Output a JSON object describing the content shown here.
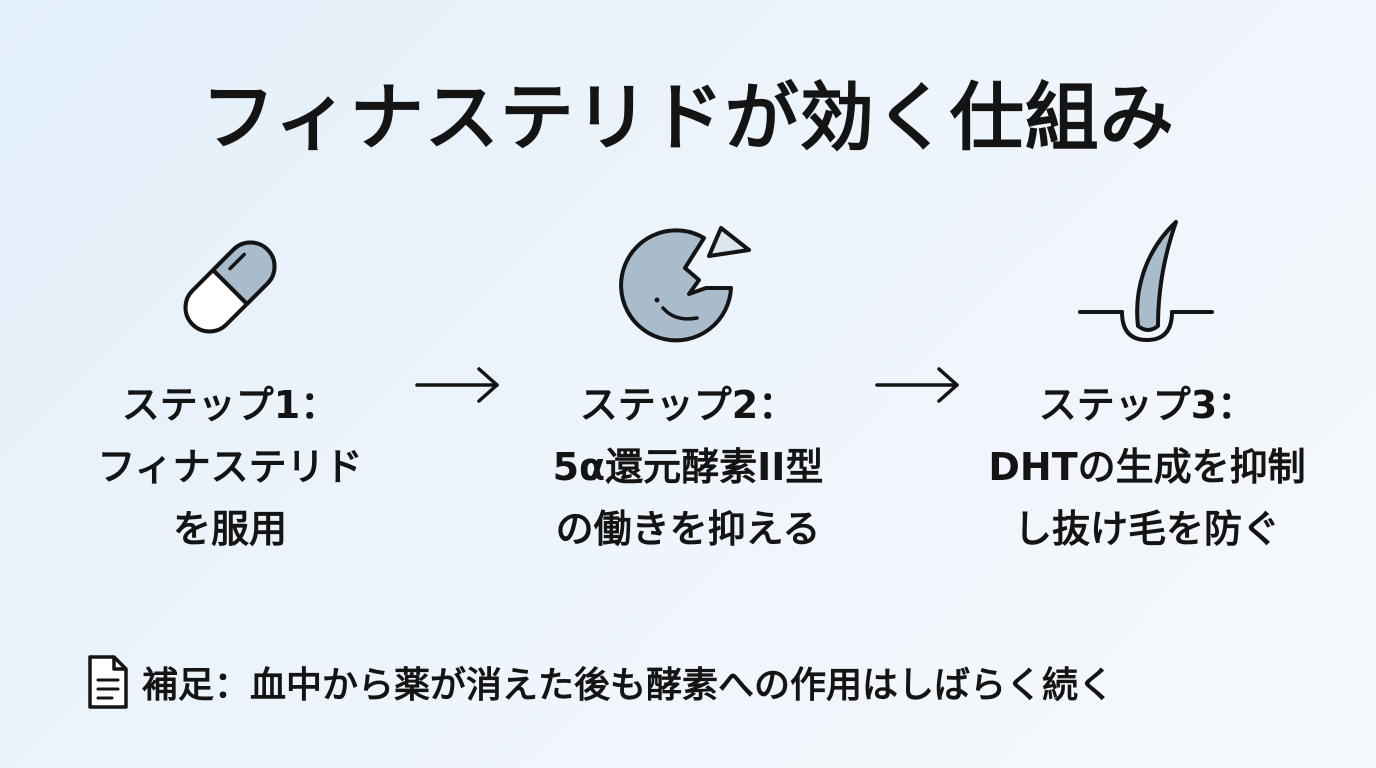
{
  "title": "フィナステリドが効く仕組み",
  "steps": [
    {
      "icon": "capsule-icon",
      "lines": [
        "ステップ1：",
        "フィナステリド",
        "を服用"
      ]
    },
    {
      "icon": "broken-enzyme-icon",
      "lines": [
        "ステップ2：",
        "5α還元酵素II型",
        "の働きを抑える"
      ]
    },
    {
      "icon": "hair-follicle-icon",
      "lines": [
        "ステップ3：",
        "DHTの生成を抑制",
        "し抜け毛を防ぐ"
      ]
    }
  ],
  "arrows": [
    "right-arrow-icon",
    "right-arrow-icon"
  ],
  "note": {
    "icon": "document-icon",
    "text": "補足：血中から薬が消えた後も酵素への作用はしばらく続く"
  },
  "colors": {
    "background": "#e8f1fa",
    "icon_fill": "#a9bccb",
    "stroke": "#141414",
    "light_fill": "#dbe6ee"
  }
}
